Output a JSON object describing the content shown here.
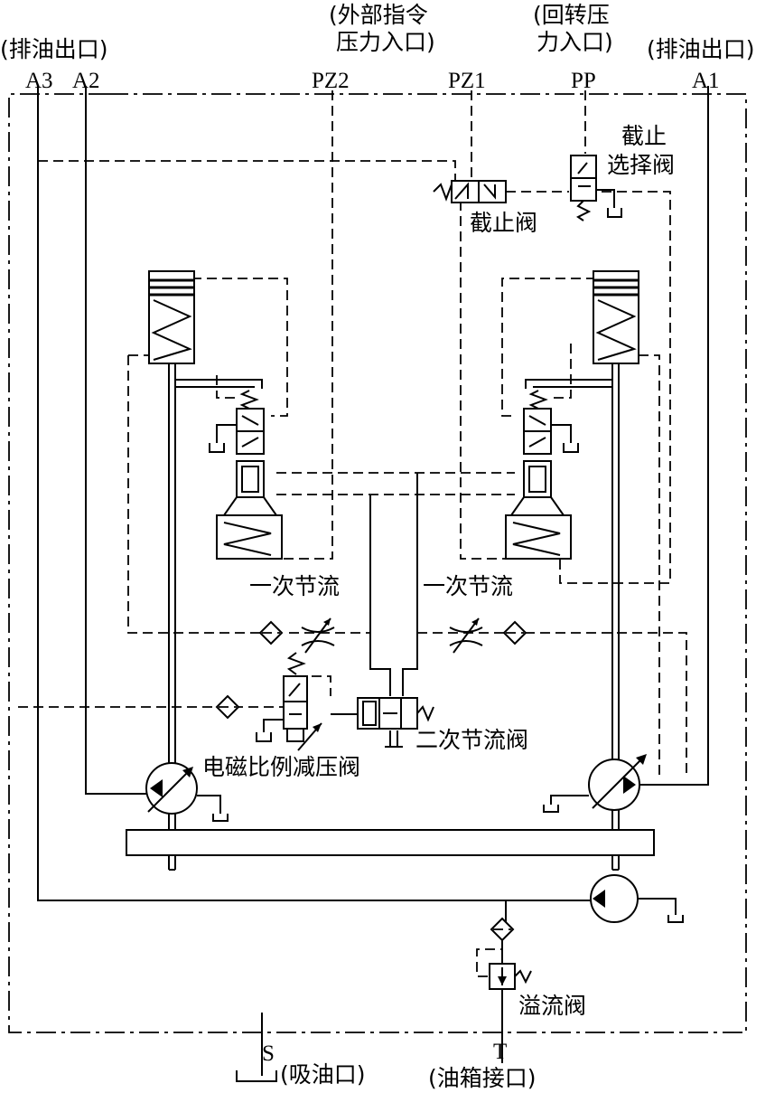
{
  "top_labels": {
    "drain_left": "(排油出口)",
    "ext_cmd_1": "(外部指令",
    "ext_cmd_2": "压力入口)",
    "slew_1": "(回转压",
    "slew_2": "力入口)",
    "drain_right": "(排油出口)"
  },
  "ports": {
    "a3": "A3",
    "a2": "A2",
    "pz2": "PZ2",
    "pz1": "PZ1",
    "pp": "PP",
    "a1": "A1",
    "s": "S",
    "t": "T"
  },
  "components": {
    "shutoff_valve": "截止阀",
    "shutoff_select_1": "截止",
    "shutoff_select_2": "选择阀",
    "primary_throttle_left": "一次节流",
    "primary_throttle_right": "一次节流",
    "solenoid_prop_valve": "电磁比例减压阀",
    "secondary_throttle": "二次节流阀",
    "relief_valve": "溢流阀"
  },
  "bottom_labels": {
    "suction": "(吸油口)",
    "tank": "(油箱接口)"
  }
}
